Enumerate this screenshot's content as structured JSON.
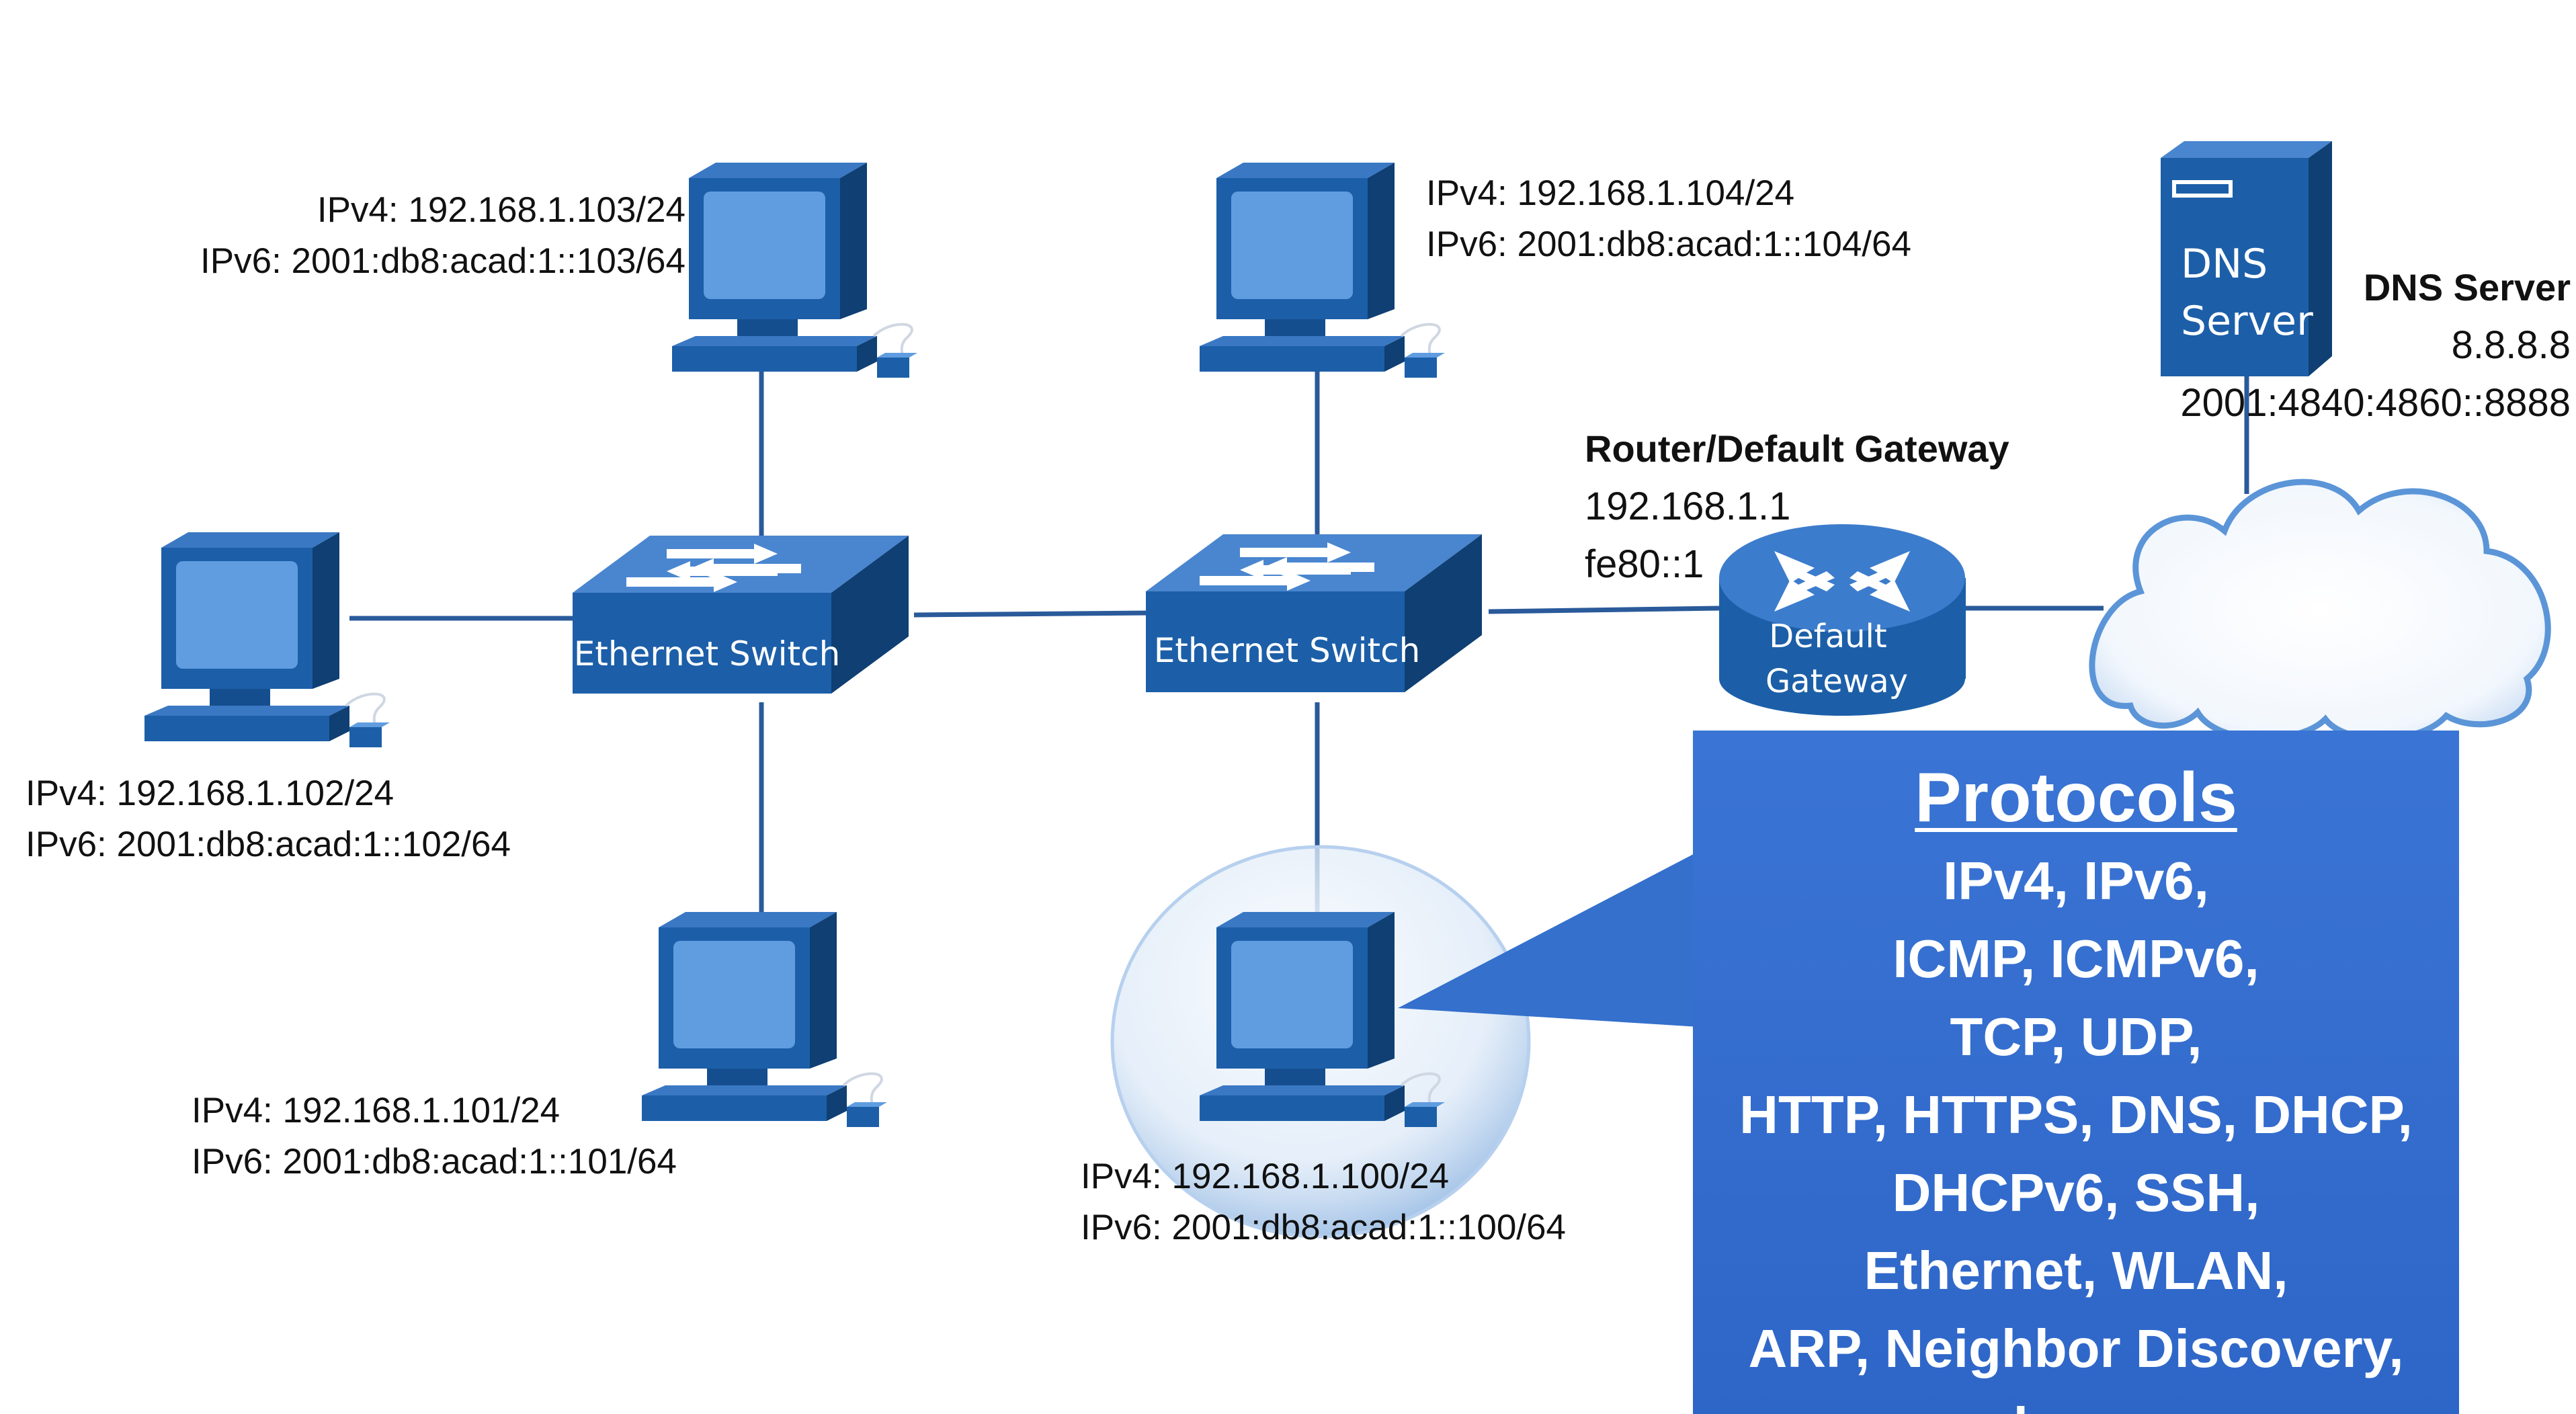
{
  "hosts": {
    "pc103": {
      "ipv4": "IPv4: 192.168.1.103/24",
      "ipv6": "IPv6: 2001:db8:acad:1::103/64"
    },
    "pc104": {
      "ipv4": "IPv4: 192.168.1.104/24",
      "ipv6": "IPv6: 2001:db8:acad:1::104/64"
    },
    "pc102": {
      "ipv4": "IPv4: 192.168.1.102/24",
      "ipv6": "IPv6: 2001:db8:acad:1::102/64"
    },
    "pc101": {
      "ipv4": "IPv4: 192.168.1.101/24",
      "ipv6": "IPv6: 2001:db8:acad:1::101/64"
    },
    "pc100": {
      "ipv4": "IPv4: 192.168.1.100/24",
      "ipv6": "IPv6: 2001:db8:acad:1::100/64"
    }
  },
  "switches": {
    "left_label": "Ethernet Switch",
    "right_label": "Ethernet Switch"
  },
  "router": {
    "heading": "Router/Default Gateway",
    "ipv4": "192.168.1.1",
    "ipv6": "fe80::1",
    "icon_label_line1": "Default",
    "icon_label_line2": "Gateway"
  },
  "dns": {
    "icon_label_line1": "DNS",
    "icon_label_line2": "Server",
    "heading": "DNS Server",
    "ipv4": "8.8.8.8",
    "ipv6": "2001:4840:4860::8888"
  },
  "protocols": {
    "title": "Protocols",
    "lines": [
      "IPv4, IPv6,",
      "ICMP, ICMPv6,",
      "TCP, UDP,",
      "HTTP, HTTPS, DNS, DHCP,",
      "DHCPv6, SSH,",
      "Ethernet, WLAN,",
      "ARP, Neighbor Discovery,",
      "and more..."
    ]
  },
  "colors": {
    "device_blue": "#1c5fa8",
    "device_dark": "#0f3f73",
    "link_line": "#2a5a9a",
    "callout_blue": "#2f68c9",
    "cloud_outline": "#5b95d8"
  },
  "icons": [
    "computer-icon",
    "ethernet-switch-icon",
    "router-icon",
    "dns-server-icon",
    "cloud-icon"
  ]
}
